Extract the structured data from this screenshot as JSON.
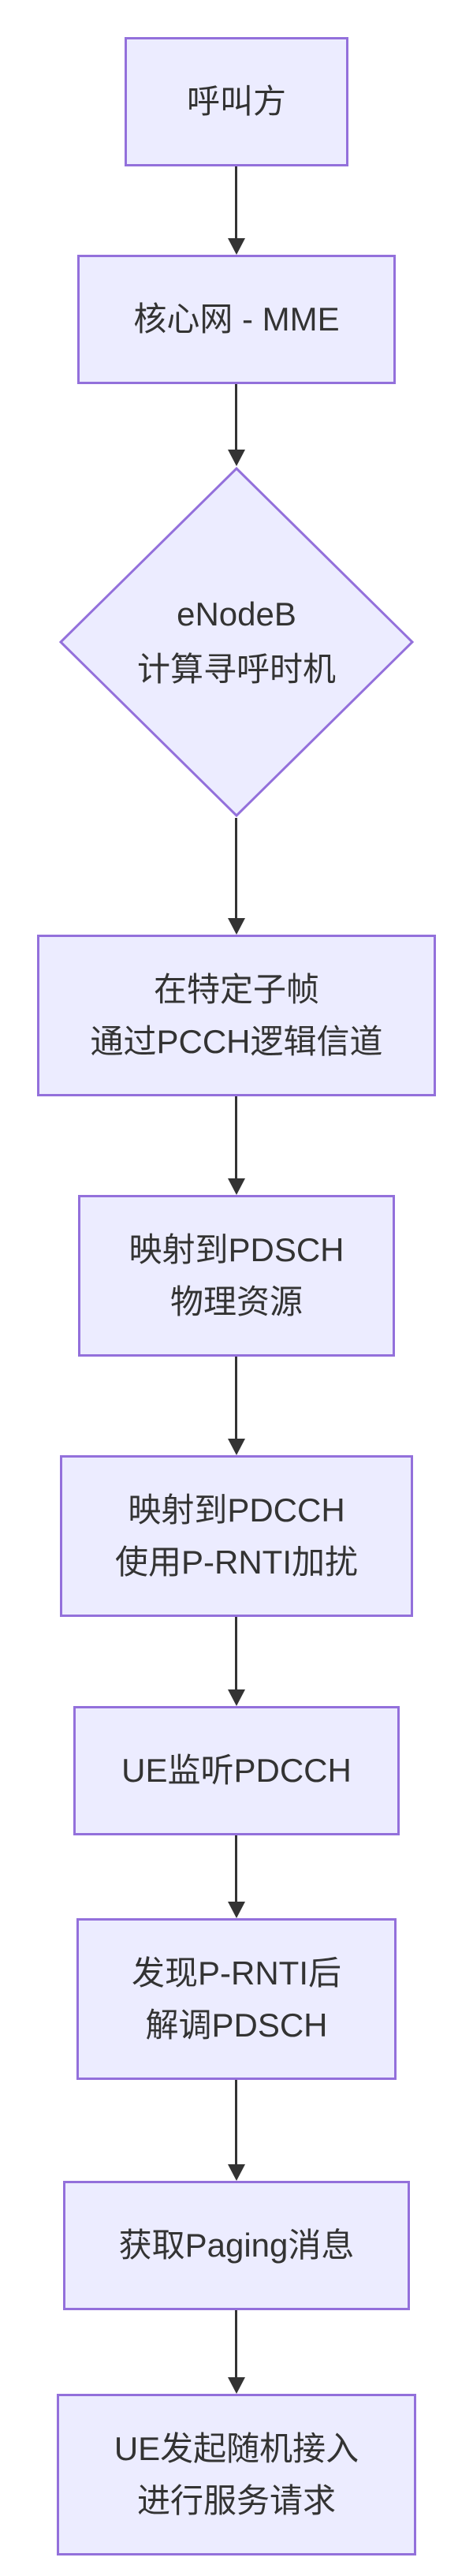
{
  "diagram": {
    "type": "flowchart",
    "direction": "top-down",
    "topic": "LTE寻呼流程",
    "colors": {
      "node_fill": "#ECECFF",
      "node_border": "#9370DB",
      "edge": "#333333",
      "text": "#333333",
      "background": "#ffffff"
    },
    "nodes": [
      {
        "id": "caller",
        "shape": "rectangle",
        "lines": [
          "呼叫方"
        ]
      },
      {
        "id": "core-network-mme",
        "shape": "rectangle",
        "lines": [
          "核心网 - MME"
        ]
      },
      {
        "id": "enodeb-paging-timing",
        "shape": "diamond",
        "lines": [
          "eNodeB",
          "计算寻呼时机"
        ]
      },
      {
        "id": "pcch-logical-channel",
        "shape": "rectangle",
        "lines": [
          "在特定子帧",
          "通过PCCH逻辑信道"
        ]
      },
      {
        "id": "map-to-pdsch",
        "shape": "rectangle",
        "lines": [
          "映射到PDSCH",
          "物理资源"
        ]
      },
      {
        "id": "map-to-pdcch",
        "shape": "rectangle",
        "lines": [
          "映射到PDCCH",
          "使用P-RNTI加扰"
        ]
      },
      {
        "id": "ue-monitor-pdcch",
        "shape": "rectangle",
        "lines": [
          "UE监听PDCCH"
        ]
      },
      {
        "id": "prnti-demod-pdsch",
        "shape": "rectangle",
        "lines": [
          "发现P-RNTI后",
          "解调PDSCH"
        ]
      },
      {
        "id": "get-paging-message",
        "shape": "rectangle",
        "lines": [
          "获取Paging消息"
        ]
      },
      {
        "id": "ue-random-access",
        "shape": "rectangle",
        "lines": [
          "UE发起随机接入",
          "进行服务请求"
        ]
      }
    ],
    "edges": [
      {
        "from": "caller",
        "to": "core-network-mme"
      },
      {
        "from": "core-network-mme",
        "to": "enodeb-paging-timing"
      },
      {
        "from": "enodeb-paging-timing",
        "to": "pcch-logical-channel"
      },
      {
        "from": "pcch-logical-channel",
        "to": "map-to-pdsch"
      },
      {
        "from": "map-to-pdsch",
        "to": "map-to-pdcch"
      },
      {
        "from": "map-to-pdcch",
        "to": "ue-monitor-pdcch"
      },
      {
        "from": "ue-monitor-pdcch",
        "to": "prnti-demod-pdsch"
      },
      {
        "from": "prnti-demod-pdsch",
        "to": "get-paging-message"
      },
      {
        "from": "get-paging-message",
        "to": "ue-random-access"
      }
    ]
  }
}
